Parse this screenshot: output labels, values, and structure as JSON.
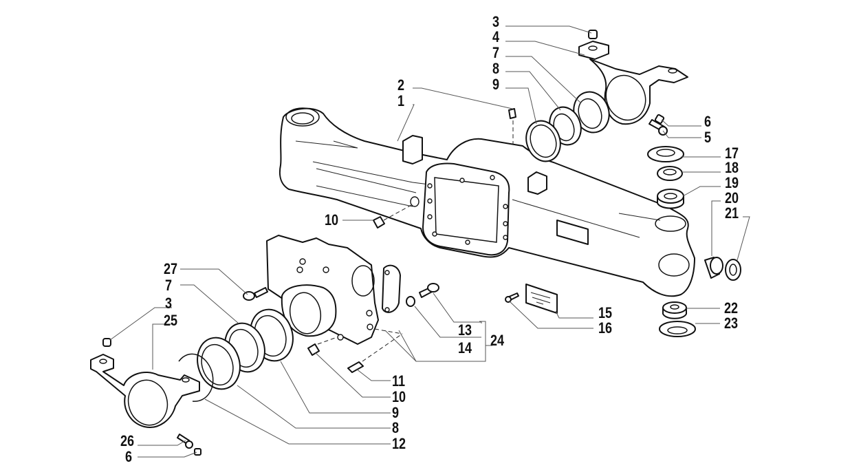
{
  "diagram": {
    "title": "Front axle housing exploded view",
    "line_color": "#111111",
    "leader_color": "#555555",
    "background": "#ffffff",
    "callouts": [
      {
        "id": "c3a",
        "text": "3",
        "refers_to": "grease-nipple-upper"
      },
      {
        "id": "c4",
        "text": "4",
        "refers_to": "upper-steering-arm"
      },
      {
        "id": "c7a",
        "text": "7",
        "refers_to": "bearing-cup-upper"
      },
      {
        "id": "c8a",
        "text": "8",
        "refers_to": "bearing-ring-upper"
      },
      {
        "id": "c9a",
        "text": "9",
        "refers_to": "seal-ring-upper"
      },
      {
        "id": "c2",
        "text": "2",
        "refers_to": "breather"
      },
      {
        "id": "c1",
        "text": "1",
        "refers_to": "axle-housing"
      },
      {
        "id": "c6a",
        "text": "6",
        "refers_to": "grease-nipple-right"
      },
      {
        "id": "c5",
        "text": "5",
        "refers_to": "bolt-right"
      },
      {
        "id": "c17",
        "text": "17",
        "refers_to": "washer"
      },
      {
        "id": "c18",
        "text": "18",
        "refers_to": "thrust-ring"
      },
      {
        "id": "c19",
        "text": "19",
        "refers_to": "bushing-upper"
      },
      {
        "id": "c20",
        "text": "20",
        "refers_to": "pivot-bushing"
      },
      {
        "id": "c21",
        "text": "21",
        "refers_to": "pivot-seal"
      },
      {
        "id": "c10a",
        "text": "10",
        "refers_to": "plug-housing"
      },
      {
        "id": "c27",
        "text": "27",
        "refers_to": "support-bolt"
      },
      {
        "id": "c7b",
        "text": "7",
        "refers_to": "bearing-cup-lower"
      },
      {
        "id": "c3b",
        "text": "3",
        "refers_to": "grease-nipple-lower"
      },
      {
        "id": "c25",
        "text": "25",
        "refers_to": "lower-steering-arm"
      },
      {
        "id": "c15",
        "text": "15",
        "refers_to": "nameplate"
      },
      {
        "id": "c16",
        "text": "16",
        "refers_to": "nameplate-rivet"
      },
      {
        "id": "c13",
        "text": "13",
        "refers_to": "cap-bolt"
      },
      {
        "id": "c24",
        "text": "24",
        "refers_to": "support-assembly"
      },
      {
        "id": "c14",
        "text": "14",
        "refers_to": "dowel-bushing"
      },
      {
        "id": "c22",
        "text": "22",
        "refers_to": "bushing-lower"
      },
      {
        "id": "c23",
        "text": "23",
        "refers_to": "washer-lower"
      },
      {
        "id": "c11",
        "text": "11",
        "refers_to": "pin"
      },
      {
        "id": "c10b",
        "text": "10",
        "refers_to": "plug-support"
      },
      {
        "id": "c9b",
        "text": "9",
        "refers_to": "seal-ring-lower"
      },
      {
        "id": "c8b",
        "text": "8",
        "refers_to": "bearing-ring-lower"
      },
      {
        "id": "c12",
        "text": "12",
        "refers_to": "snap-ring"
      },
      {
        "id": "c26",
        "text": "26",
        "refers_to": "bolt-lower"
      },
      {
        "id": "c6b",
        "text": "6",
        "refers_to": "grease-nipple-lower-left"
      }
    ]
  }
}
